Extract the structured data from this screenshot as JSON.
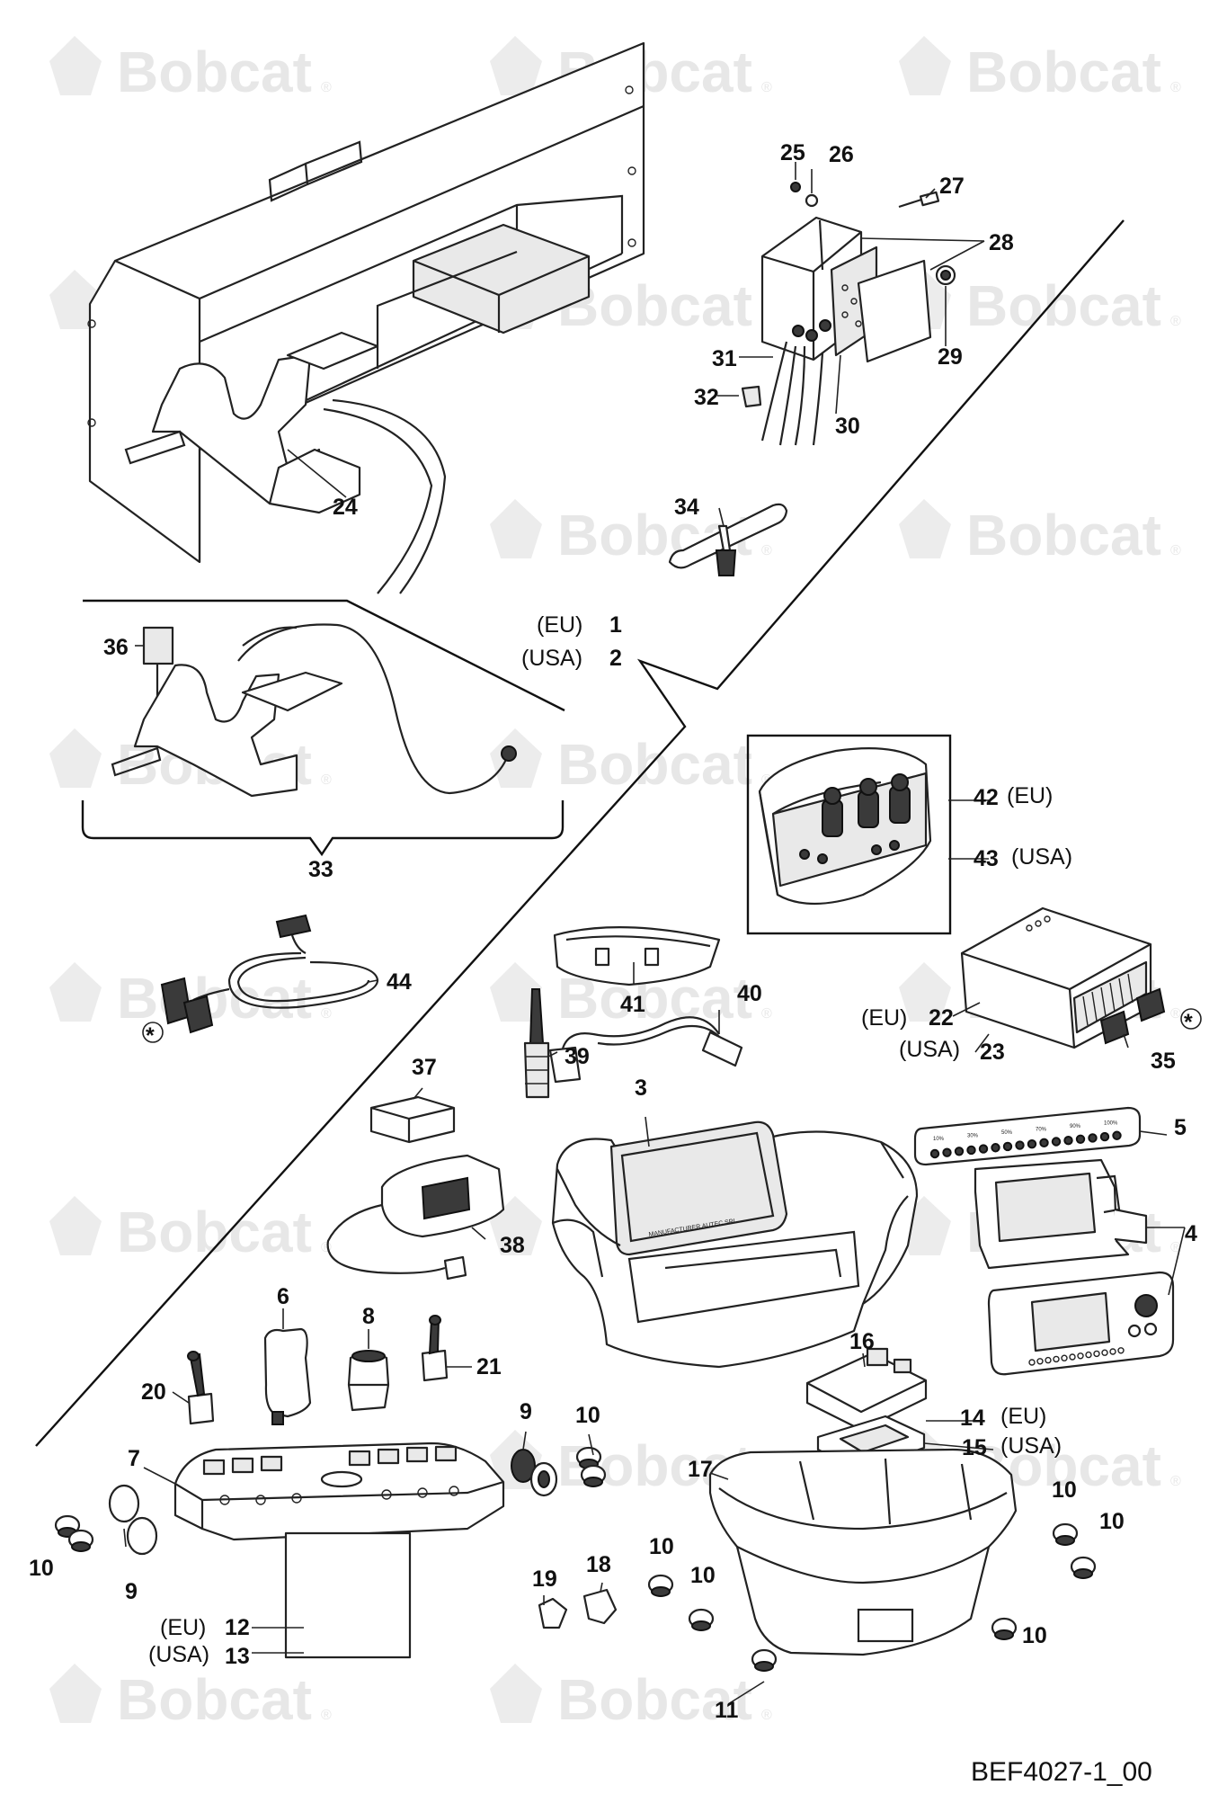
{
  "watermark": {
    "brand": "Bobcat",
    "mark": "®"
  },
  "drawing_ref": "BEF4027-1_00",
  "regions": {
    "eu": "(EU)",
    "usa": "(USA)"
  },
  "callouts": {
    "c1": "1",
    "c2": "2",
    "c3": "3",
    "c4": "4",
    "c5": "5",
    "c6": "6",
    "c7": "7",
    "c8": "8",
    "c9": "9",
    "c10": "10",
    "c11": "11",
    "c12": "12",
    "c13": "13",
    "c14": "14",
    "c15": "15",
    "c16": "16",
    "c17": "17",
    "c18": "18",
    "c19": "19",
    "c20": "20",
    "c21": "21",
    "c22": "22",
    "c23": "23",
    "c24": "24",
    "c25": "25",
    "c26": "26",
    "c27": "27",
    "c28": "28",
    "c29": "29",
    "c30": "30",
    "c31": "31",
    "c32": "32",
    "c33": "33",
    "c34": "34",
    "c35": "35",
    "c36": "36",
    "c37": "37",
    "c38": "38",
    "c39": "39",
    "c40": "40",
    "c41": "41",
    "c42": "42",
    "c43": "43",
    "c44": "44"
  },
  "asterisk": "*",
  "bar_scale": [
    "10%",
    "30%",
    "50%",
    "70%",
    "90%",
    "100%"
  ],
  "plate_text": "MANUFACTURER AUTEC SRL"
}
